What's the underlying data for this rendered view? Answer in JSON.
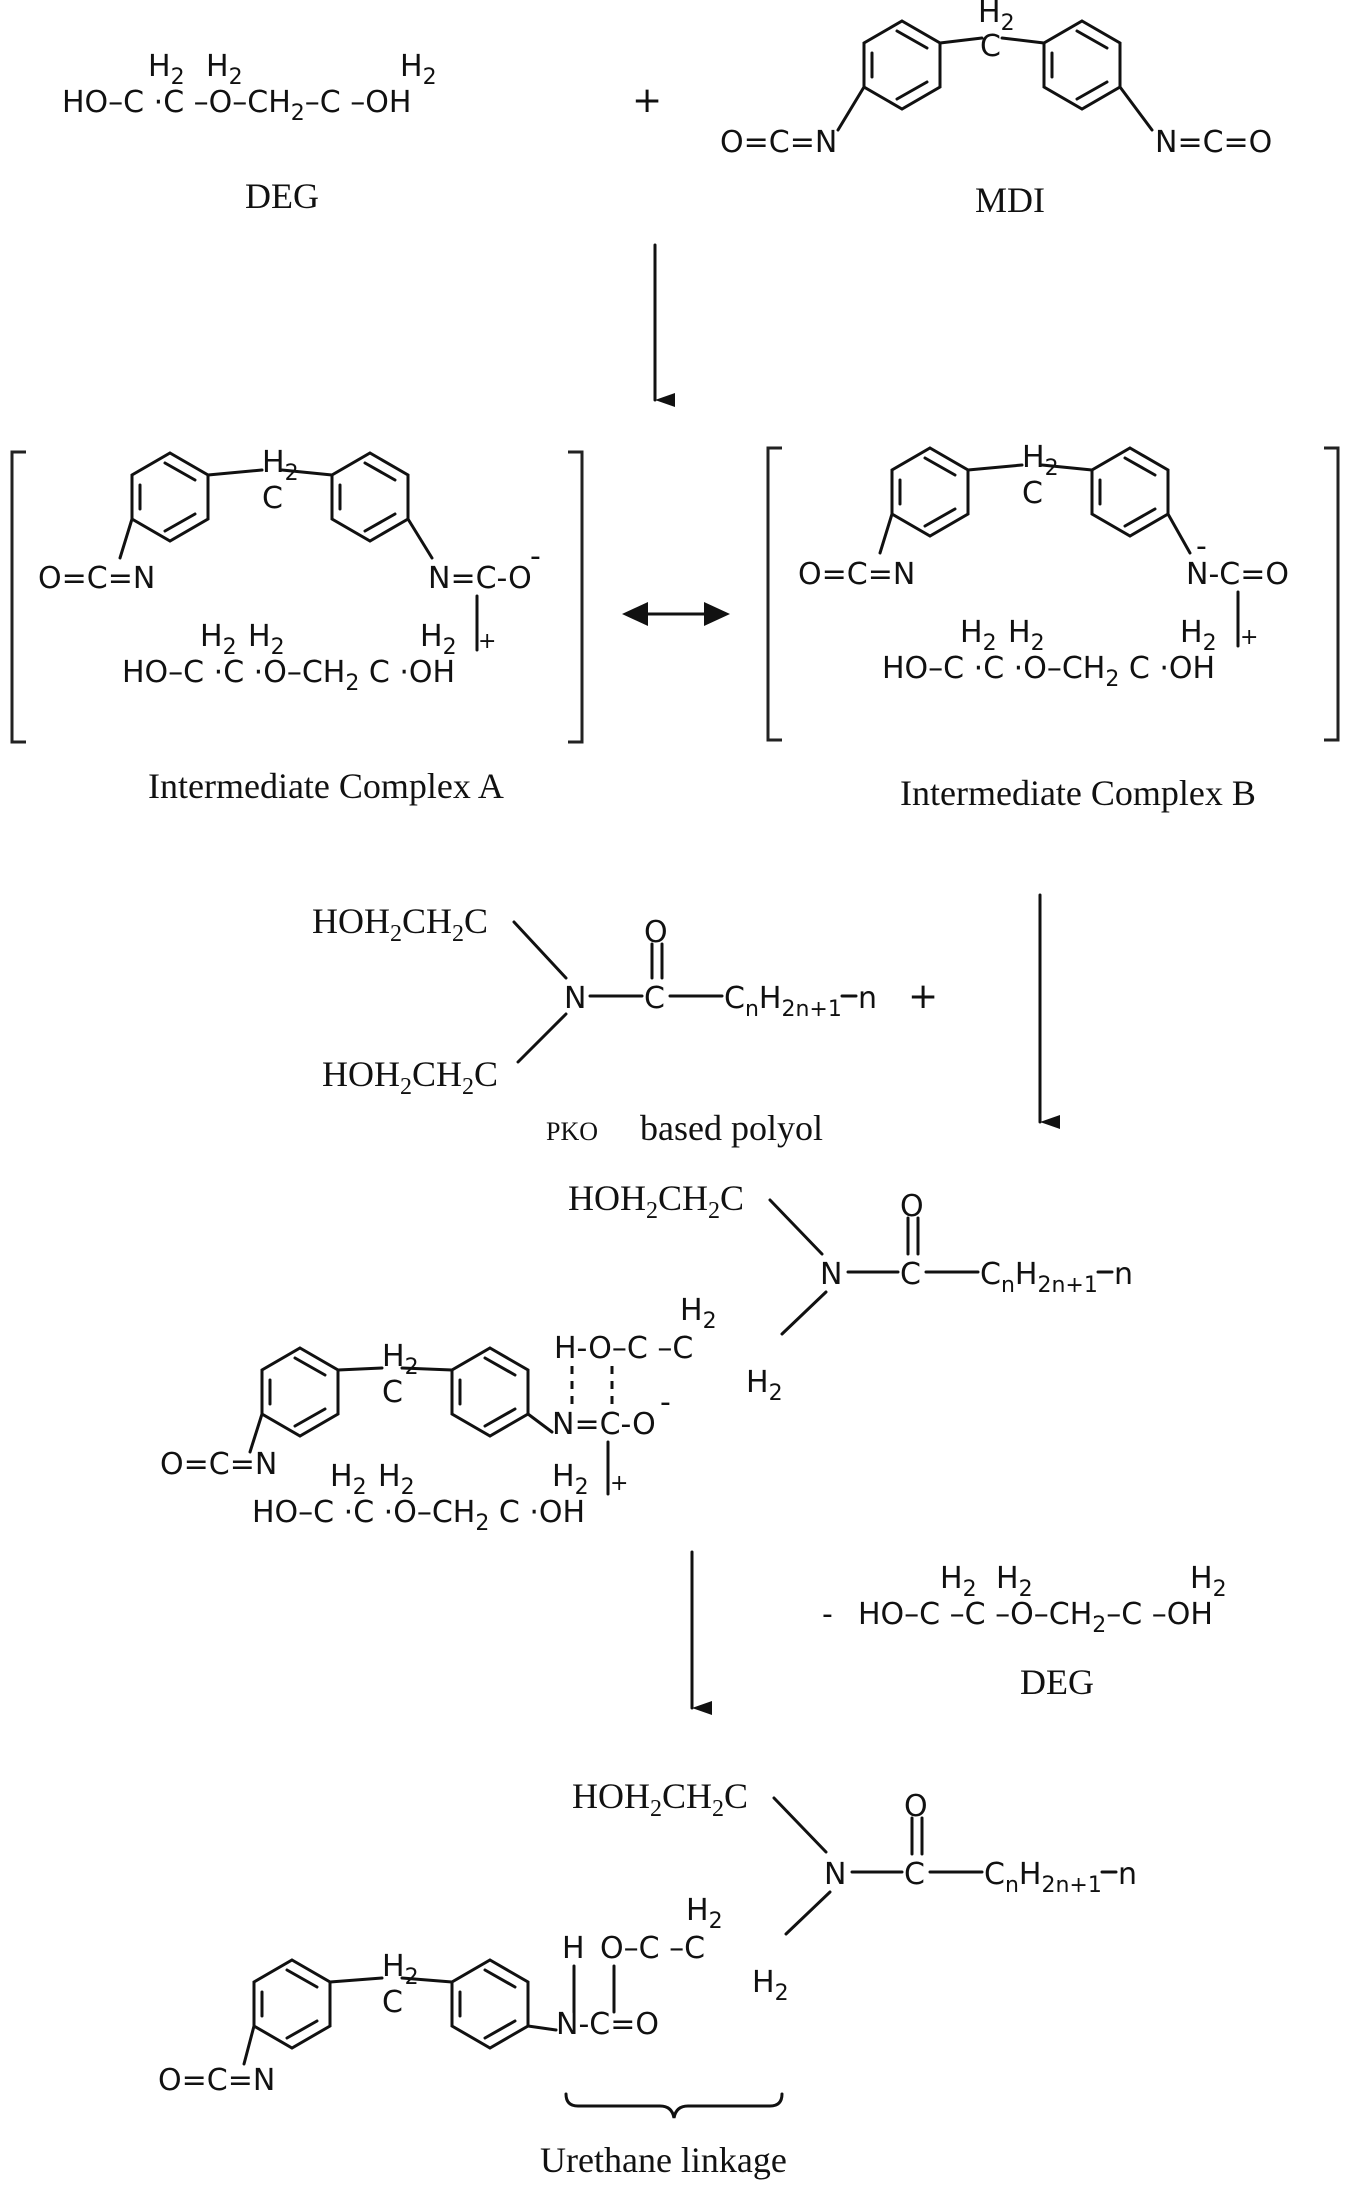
{
  "reactants": {
    "deg_formula": {
      "ho": "HO",
      "h2": "H",
      "two": "2",
      "c": "C",
      "o": "O",
      "ch2": "CH",
      "oh": "OH"
    },
    "deg_label": "DEG",
    "plus": "+",
    "mdi_label": "MDI",
    "isocyanate_left": "O=C=N",
    "isocyanate_right": "N=C=O"
  },
  "intermediates": {
    "complex_a_label": "Intermediate Complex A",
    "complex_b_label": "Intermediate Complex B",
    "resonance_arrow": "⟷",
    "nco_a": "N=C-O",
    "nco_b": "N-C=O",
    "minus": "-",
    "plus_charge": "+"
  },
  "polyol": {
    "label_prefix": "PKO",
    "label": "based polyol",
    "hoh2ch2c": "HOH",
    "n": "N",
    "c": "C",
    "o": "O",
    "chain": "C",
    "chain_n": "n",
    "chain_h": "H",
    "chain_sub": "2n+1",
    "repeat_n": "n",
    "plus": "+"
  },
  "elimination": {
    "minus": "-",
    "deg_label": "DEG"
  },
  "product": {
    "urethane_label": "Urethane linkage",
    "h": "H",
    "linkage": "N-C=O"
  }
}
